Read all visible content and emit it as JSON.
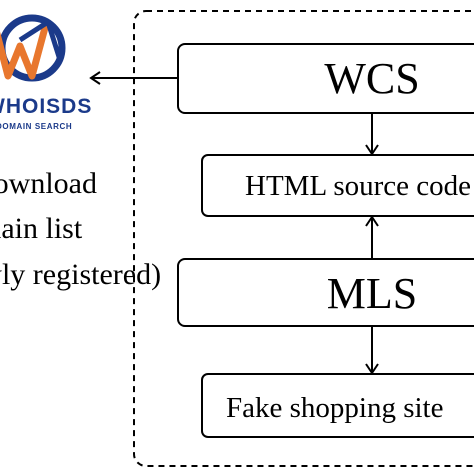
{
  "logo": {
    "name": "WHOISDS",
    "subtitle": "DOMAIN SEARCH"
  },
  "side_label": {
    "line1": "Download",
    "line2": "domain list",
    "line3": "(newly registered)"
  },
  "boxes": {
    "wcs": "WCS",
    "html_source": "HTML source code",
    "mls": "MLS",
    "fake_site": "Fake shopping site"
  },
  "colors": {
    "logo_blue": "#1b3a8a",
    "logo_orange": "#e8772e"
  }
}
